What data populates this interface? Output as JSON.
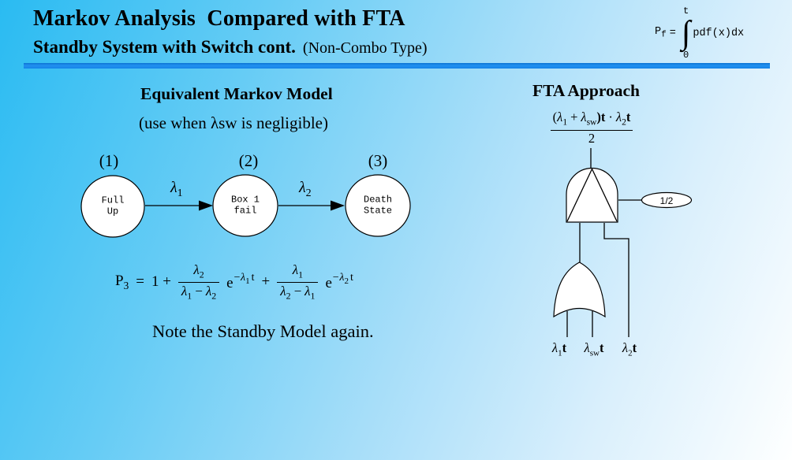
{
  "slide": {
    "title": "Markov Analysis  Compared with FTA",
    "subtitle_bold": "Standby System with Switch cont.",
    "subtitle_note": "(Non-Combo Type)"
  },
  "colors": {
    "divider_blue": "#1583e8",
    "background_top_left": "#2abbf2",
    "background_bottom_right": "#ffffff",
    "text": "#000000"
  },
  "pf": {
    "lhs": "P",
    "lhs_sub": "f",
    "equals": "=",
    "upper": "t",
    "integral": "∫",
    "lower": "0",
    "integrand": "pdf(x)dx"
  },
  "markov": {
    "heading": "Equivalent Markov Model",
    "condition": "(use when λsw is negligible)",
    "states": [
      {
        "index": "(1)",
        "line1": "Full",
        "line2": "Up"
      },
      {
        "index": "(2)",
        "line1": "Box 1",
        "line2": "fail"
      },
      {
        "index": "(3)",
        "line1": "Death",
        "line2": "State"
      }
    ],
    "transitions": [
      {
        "sym": "λ",
        "sub": "1"
      },
      {
        "sym": "λ",
        "sub": "2"
      }
    ],
    "note": "Note the Standby Model again."
  },
  "p3": {
    "lhs": "P",
    "lhs_sub": "3",
    "equals": "=",
    "first_term": "1 +",
    "frac1_num": "λ",
    "frac1_num_sub": "2",
    "frac1_den_a": "λ",
    "frac1_den_a_sub": "1",
    "frac1_minus": "−",
    "frac1_den_b": "λ",
    "frac1_den_b_sub": "2",
    "exp1_base": "e",
    "exp1_sup": "−λ",
    "exp1_sup_sub": "1",
    "exp1_sup_t": "t",
    "plus": "+",
    "frac2_num": "λ",
    "frac2_num_sub": "1",
    "frac2_den_a": "λ",
    "frac2_den_a_sub": "2",
    "frac2_minus": "−",
    "frac2_den_b": "λ",
    "frac2_den_b_sub": "1",
    "exp2_base": "e",
    "exp2_sup": "−λ",
    "exp2_sup_sub": "2",
    "exp2_sup_t": "t"
  },
  "fta": {
    "heading": "FTA Approach",
    "formula": {
      "open": "(",
      "lam": "λ",
      "sub1": "1",
      "plus": "+",
      "sub_sw": "sw",
      "close_t": ")t",
      "dot": "·",
      "sub2": "2",
      "t": "t",
      "den": "2"
    },
    "gate_label": "1/2",
    "inputs": [
      {
        "sym": "λ",
        "sub": "1",
        "suffix": "t"
      },
      {
        "sym": "λ",
        "sub": "sw",
        "suffix": "t"
      },
      {
        "sym": "λ",
        "sub": "2",
        "suffix": "t"
      }
    ]
  }
}
